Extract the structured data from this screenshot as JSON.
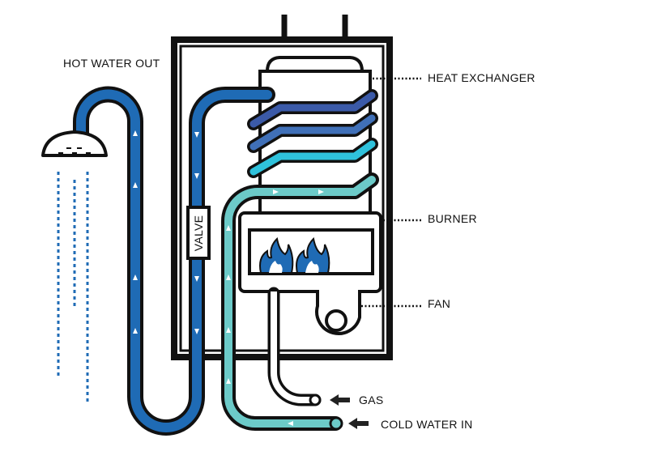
{
  "labels": {
    "hot_water_out": "HOT WATER OUT",
    "heat_exchanger": "HEAT EXCHANGER",
    "burner": "BURNER",
    "fan": "FAN",
    "gas": "GAS",
    "cold_water_in": "COLD WATER IN",
    "valve": "VALVE"
  },
  "colors": {
    "hot_pipe": "#1f6bb5",
    "coil_1": "#3b5aa8",
    "coil_2": "#4070b8",
    "coil_3": "#2fc2dc",
    "cold_pipe": "#6ccac8",
    "flame": "#1f6bb5",
    "water_drops": "#1f6bb5",
    "outline": "#111111"
  }
}
